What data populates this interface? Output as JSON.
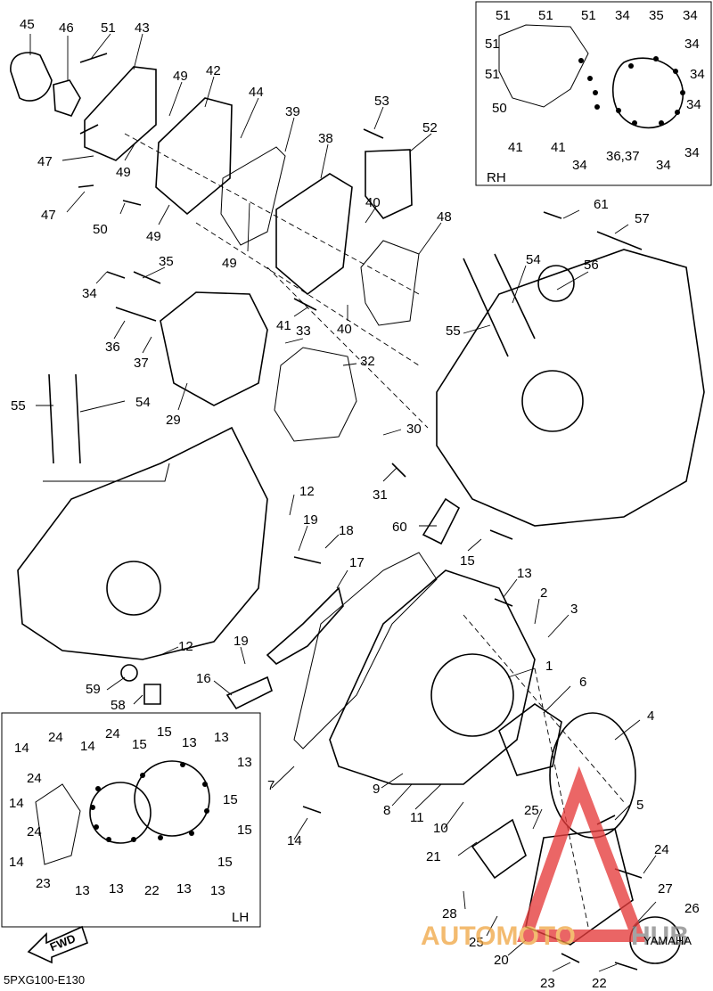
{
  "diagram": {
    "code": "5PXG100-E130",
    "inset_rh": "RH",
    "inset_lh": "LH",
    "fwd": "FWD",
    "watermark": {
      "brand_left": "AUTOMOTO",
      "brand_right": "HUB",
      "color": "#e53b3b",
      "emblem": "YAMAHA"
    }
  },
  "labels": [
    {
      "id": "l1",
      "text": "45"
    },
    {
      "id": "l2",
      "text": "46"
    },
    {
      "id": "l3",
      "text": "51"
    },
    {
      "id": "l4",
      "text": "43"
    },
    {
      "id": "l5",
      "text": "42"
    },
    {
      "id": "l6",
      "text": "49"
    },
    {
      "id": "l7",
      "text": "44"
    },
    {
      "id": "l8",
      "text": "39"
    },
    {
      "id": "l9",
      "text": "38"
    },
    {
      "id": "l10",
      "text": "53"
    },
    {
      "id": "l11",
      "text": "52"
    },
    {
      "id": "l12",
      "text": "47"
    },
    {
      "id": "l13",
      "text": "49"
    },
    {
      "id": "l14",
      "text": "47"
    },
    {
      "id": "l15",
      "text": "50"
    },
    {
      "id": "l16",
      "text": "49"
    },
    {
      "id": "l17",
      "text": "49"
    },
    {
      "id": "l18",
      "text": "40"
    },
    {
      "id": "l19",
      "text": "48"
    },
    {
      "id": "l20",
      "text": "61"
    },
    {
      "id": "l21",
      "text": "57"
    },
    {
      "id": "l22",
      "text": "35"
    },
    {
      "id": "l23",
      "text": "34"
    },
    {
      "id": "l24",
      "text": "54"
    },
    {
      "id": "l25",
      "text": "56"
    },
    {
      "id": "l26",
      "text": "41"
    },
    {
      "id": "l27",
      "text": "40"
    },
    {
      "id": "l28",
      "text": "33"
    },
    {
      "id": "l29",
      "text": "36"
    },
    {
      "id": "l30",
      "text": "37"
    },
    {
      "id": "l31",
      "text": "55"
    },
    {
      "id": "l32",
      "text": "32"
    },
    {
      "id": "l33",
      "text": "29"
    },
    {
      "id": "l34",
      "text": "55"
    },
    {
      "id": "l35",
      "text": "54"
    },
    {
      "id": "l36",
      "text": "30"
    },
    {
      "id": "l37",
      "text": "31"
    },
    {
      "id": "l38",
      "text": "12"
    },
    {
      "id": "l39",
      "text": "19"
    },
    {
      "id": "l40",
      "text": "18"
    },
    {
      "id": "l41",
      "text": "60"
    },
    {
      "id": "l42",
      "text": "15"
    },
    {
      "id": "l43",
      "text": "17"
    },
    {
      "id": "l44",
      "text": "13"
    },
    {
      "id": "l45",
      "text": "2"
    },
    {
      "id": "l46",
      "text": "3"
    },
    {
      "id": "l47",
      "text": "12"
    },
    {
      "id": "l48",
      "text": "19"
    },
    {
      "id": "l49",
      "text": "1"
    },
    {
      "id": "l50",
      "text": "16"
    },
    {
      "id": "l51",
      "text": "59"
    },
    {
      "id": "l52",
      "text": "58"
    },
    {
      "id": "l53",
      "text": "6"
    },
    {
      "id": "l54",
      "text": "4"
    },
    {
      "id": "l55",
      "text": "7"
    },
    {
      "id": "l56",
      "text": "9"
    },
    {
      "id": "l57",
      "text": "8"
    },
    {
      "id": "l58",
      "text": "11"
    },
    {
      "id": "l59",
      "text": "10"
    },
    {
      "id": "l60",
      "text": "14"
    },
    {
      "id": "l61",
      "text": "25"
    },
    {
      "id": "l62",
      "text": "5"
    },
    {
      "id": "l63",
      "text": "21"
    },
    {
      "id": "l64",
      "text": "24"
    },
    {
      "id": "l65",
      "text": "27"
    },
    {
      "id": "l66",
      "text": "28"
    },
    {
      "id": "l67",
      "text": "26"
    },
    {
      "id": "l68",
      "text": "25"
    },
    {
      "id": "l69",
      "text": "20"
    },
    {
      "id": "l70",
      "text": "23"
    },
    {
      "id": "l71",
      "text": "22"
    },
    {
      "id": "r1",
      "text": "51"
    },
    {
      "id": "r2",
      "text": "51"
    },
    {
      "id": "r3",
      "text": "51"
    },
    {
      "id": "r4",
      "text": "34"
    },
    {
      "id": "r5",
      "text": "35"
    },
    {
      "id": "r6",
      "text": "34"
    },
    {
      "id": "r7",
      "text": "51"
    },
    {
      "id": "r8",
      "text": "34"
    },
    {
      "id": "r9",
      "text": "51"
    },
    {
      "id": "r10",
      "text": "34"
    },
    {
      "id": "r11",
      "text": "50"
    },
    {
      "id": "r12",
      "text": "34"
    },
    {
      "id": "r13",
      "text": "41"
    },
    {
      "id": "r14",
      "text": "41"
    },
    {
      "id": "r15",
      "text": "34"
    },
    {
      "id": "r16",
      "text": "36,37"
    },
    {
      "id": "r17",
      "text": "34"
    },
    {
      "id": "r18",
      "text": "34"
    },
    {
      "id": "h1",
      "text": "14"
    },
    {
      "id": "h2",
      "text": "24"
    },
    {
      "id": "h3",
      "text": "14"
    },
    {
      "id": "h4",
      "text": "24"
    },
    {
      "id": "h5",
      "text": "15"
    },
    {
      "id": "h6",
      "text": "15"
    },
    {
      "id": "h7",
      "text": "13"
    },
    {
      "id": "h8",
      "text": "13"
    },
    {
      "id": "h9",
      "text": "13"
    },
    {
      "id": "h10",
      "text": "24"
    },
    {
      "id": "h11",
      "text": "15"
    },
    {
      "id": "h12",
      "text": "14"
    },
    {
      "id": "h13",
      "text": "24"
    },
    {
      "id": "h14",
      "text": "15"
    },
    {
      "id": "h15",
      "text": "14"
    },
    {
      "id": "h16",
      "text": "15"
    },
    {
      "id": "h17",
      "text": "23"
    },
    {
      "id": "h18",
      "text": "13"
    },
    {
      "id": "h19",
      "text": "13"
    },
    {
      "id": "h20",
      "text": "22"
    },
    {
      "id": "h21",
      "text": "13"
    },
    {
      "id": "h22",
      "text": "13"
    }
  ]
}
